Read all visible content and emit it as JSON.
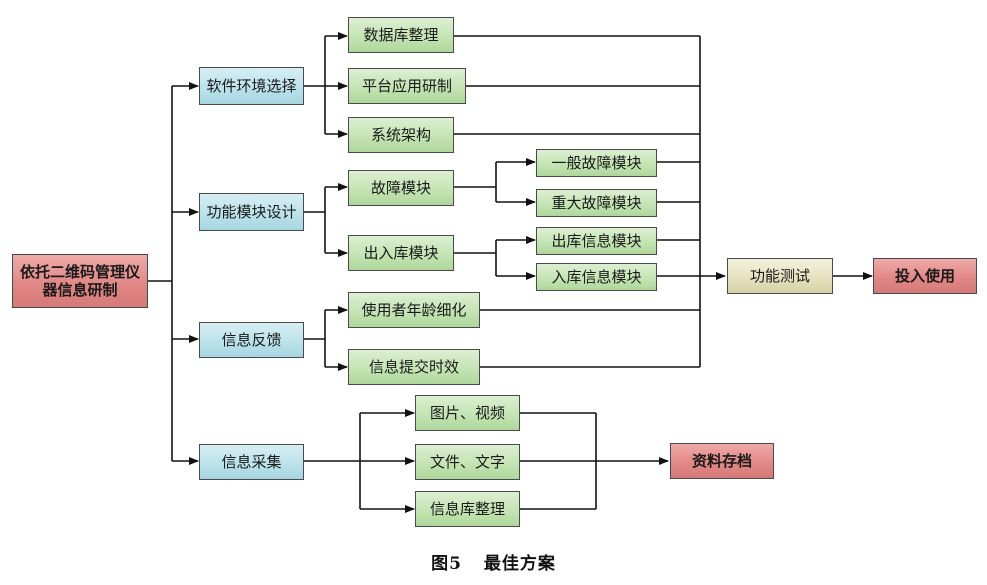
{
  "nodes": {
    "root": "依托二维码管理仪器信息研制",
    "software_env": "软件环境选择",
    "function_design": "功能模块设计",
    "info_feedback": "信息反馈",
    "info_collect": "信息采集",
    "db_organize": "数据库整理",
    "platform_dev": "平台应用研制",
    "system_arch": "系统架构",
    "fault_module": "故障模块",
    "inout_module": "出入库模块",
    "general_fault": "一般故障模块",
    "major_fault": "重大故障模块",
    "out_info": "出库信息模块",
    "in_info": "入库信息模块",
    "user_age": "使用者年龄细化",
    "info_timeliness": "信息提交时效",
    "image_video": "图片、视频",
    "file_text": "文件、文字",
    "info_db": "信息库整理",
    "func_test": "功能测试",
    "put_in_use": "投入使用",
    "archive": "资料存档"
  },
  "caption": {
    "figure": "图5",
    "title": "最佳方案"
  },
  "colors": {
    "red": "#e08684",
    "blue": "#b9e1ea",
    "green": "#c2e3b1",
    "tan": "#e3e0bd",
    "line": "#111111"
  }
}
